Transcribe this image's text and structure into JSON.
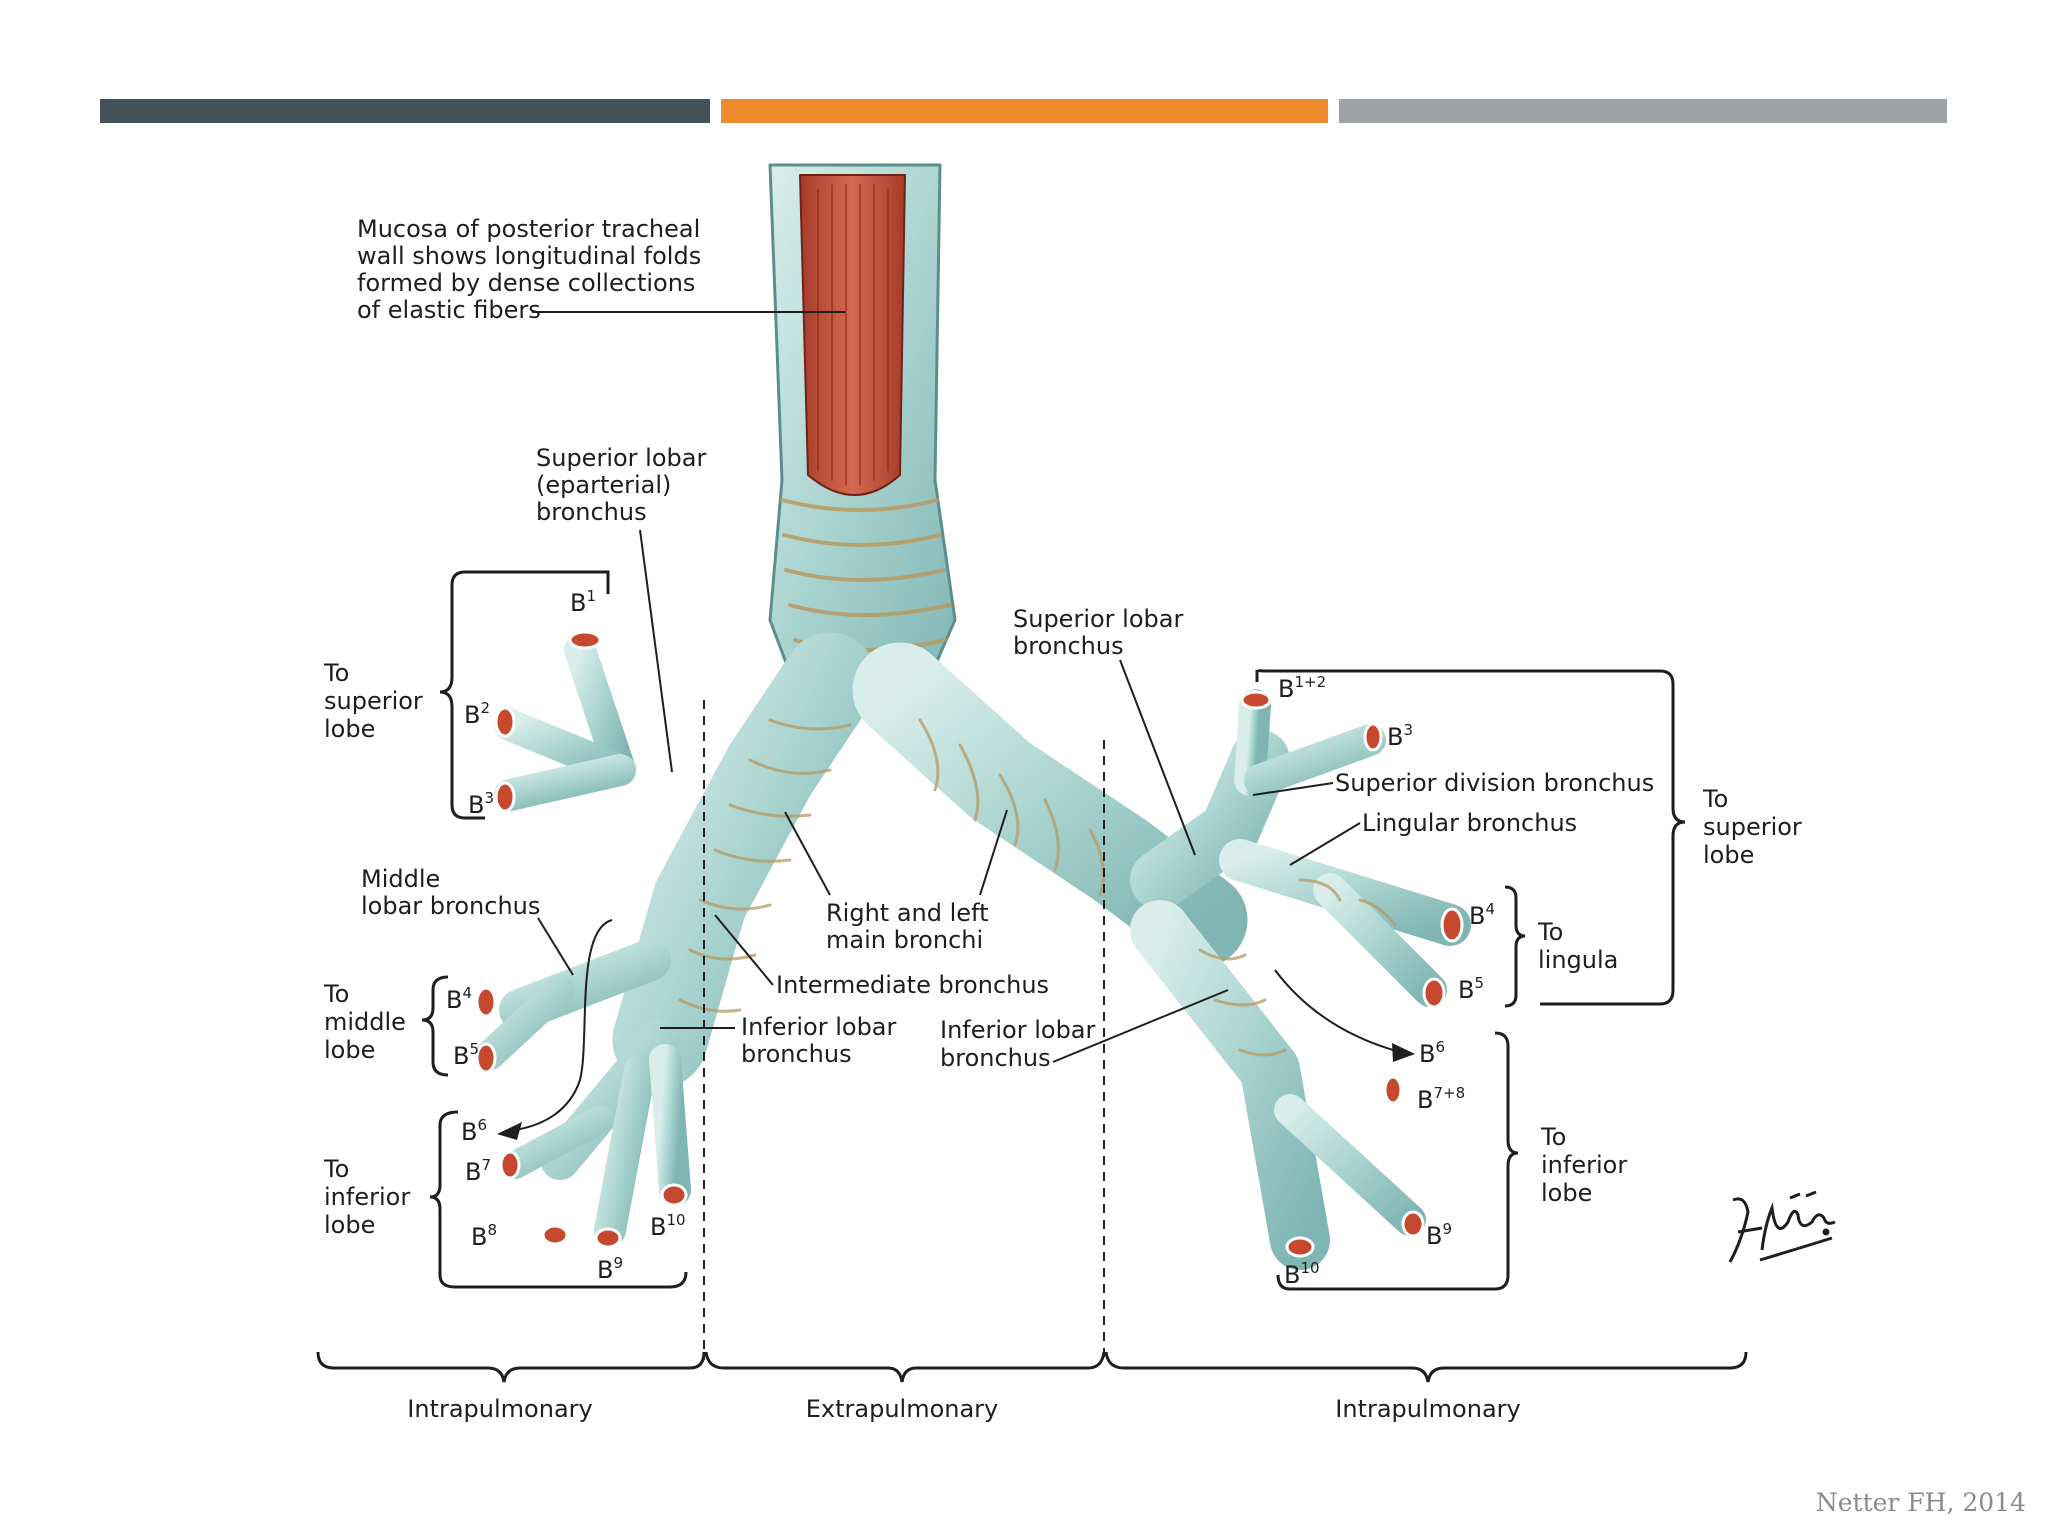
{
  "header_bar_colors": [
    "#46525a",
    "#ef8a2c",
    "#9da3a7"
  ],
  "labels": {
    "mucosa": [
      "Mucosa of posterior tracheal",
      "wall shows longitudinal folds",
      "formed by dense collections",
      "of elastic fibers"
    ],
    "superior_lobar_eparterial": [
      "Superior lobar",
      "(eparterial)",
      "bronchus"
    ],
    "superior_lobar_left": [
      "Superior lobar",
      "bronchus"
    ],
    "to_superior_lobe_right": [
      "To",
      "superior",
      "lobe"
    ],
    "middle_lobar_bronchus": [
      "Middle",
      "lobar bronchus"
    ],
    "to_middle_lobe": [
      "To",
      "middle",
      "lobe"
    ],
    "to_inferior_lobe_right": [
      "To",
      "inferior",
      "lobe"
    ],
    "right_left_main_bronchi": [
      "Right and left",
      "main bronchi"
    ],
    "intermediate_bronchus": "Intermediate bronchus",
    "inferior_lobar_right": [
      "Inferior lobar",
      "bronchus"
    ],
    "inferior_lobar_left": [
      "Inferior lobar",
      "bronchus"
    ],
    "superior_division_bronchus": "Superior division bronchus",
    "lingular_bronchus": "Lingular bronchus",
    "to_superior_lobe_left": [
      "To",
      "superior",
      "lobe"
    ],
    "to_lingula": [
      "To",
      "lingula"
    ],
    "to_inferior_lobe_left": [
      "To",
      "inferior",
      "lobe"
    ]
  },
  "segments_right": [
    {
      "base": "B",
      "sup": "1"
    },
    {
      "base": "B",
      "sup": "2"
    },
    {
      "base": "B",
      "sup": "3"
    },
    {
      "base": "B",
      "sup": "4"
    },
    {
      "base": "B",
      "sup": "5"
    },
    {
      "base": "B",
      "sup": "6"
    },
    {
      "base": "B",
      "sup": "7"
    },
    {
      "base": "B",
      "sup": "8"
    },
    {
      "base": "B",
      "sup": "9"
    },
    {
      "base": "B",
      "sup": "10"
    }
  ],
  "segments_left": [
    {
      "base": "B",
      "sup": "1+2"
    },
    {
      "base": "B",
      "sup": "3"
    },
    {
      "base": "B",
      "sup": "4"
    },
    {
      "base": "B",
      "sup": "5"
    },
    {
      "base": "B",
      "sup": "6"
    },
    {
      "base": "B",
      "sup": "7+8"
    },
    {
      "base": "B",
      "sup": "9"
    },
    {
      "base": "B",
      "sup": "10"
    }
  ],
  "regions": [
    "Intrapulmonary",
    "Extrapulmonary",
    "Intrapulmonary"
  ],
  "signature": "F. Netter M.D.",
  "credit": "Netter FH, 2014"
}
